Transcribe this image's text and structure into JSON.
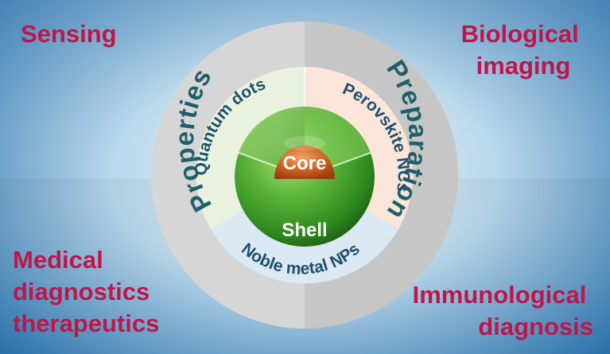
{
  "corners": {
    "top_left": [
      "Sensing"
    ],
    "top_right": [
      "Biological",
      "imaging"
    ],
    "bottom_left": [
      "Medical",
      "diagnostics",
      "therapeutics"
    ],
    "bottom_right": [
      "Immunological",
      "diagnosis"
    ]
  },
  "ring": {
    "left_label": "Properties",
    "right_label": "Preparation"
  },
  "inner_ring": {
    "top_left": "Quantum dots",
    "top_right": "Perovskite NCs",
    "bottom": "Noble metal NPs"
  },
  "sphere": {
    "core": "Core",
    "shell": "Shell"
  },
  "colors": {
    "background_center": "#e6f1f8",
    "background_edge": "#1e6aa6",
    "outer_ring": "#d4d4d4",
    "accent_text": "#c0154a",
    "ring_text": "#1f5f6b",
    "inner_text": "#1f4f6e",
    "quantum_dots_sector": "#e9f2de",
    "perovskite_sector": "#fbe7dc",
    "noble_metal_sector": "#dbe9f4",
    "shell_green": "#3c9a2c",
    "core_orange": "#c8581b"
  }
}
